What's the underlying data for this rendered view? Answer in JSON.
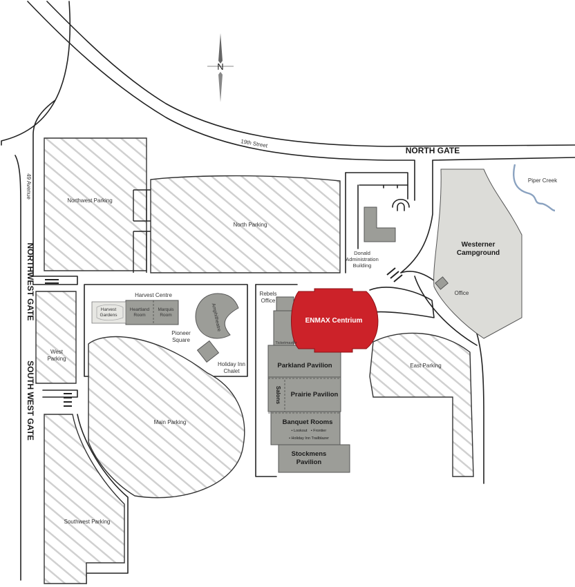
{
  "map": {
    "compass": {
      "label": "N"
    },
    "roads": {
      "street_19th": "19th Street",
      "avenue_49": "49 Avenue"
    },
    "gates": {
      "north": "NORTH GATE",
      "northwest": "NORTHWEST GATE",
      "southwest": "SOUTH WEST GATE"
    },
    "parking": {
      "northwest": "Northwest Parking",
      "north": "North Parking",
      "west": [
        "West",
        "Parking"
      ],
      "main": "Main Parking",
      "southwest": "Southwest Parking",
      "east": "East Parking"
    },
    "buildings": {
      "harvest_centre": "Harvest Centre",
      "harvest_gardens": [
        "Harvest",
        "Gardens"
      ],
      "heartland_room": [
        "Heartland",
        "Room"
      ],
      "marquis_room": [
        "Marquis",
        "Room"
      ],
      "amphitheatre": "Amphitheatre",
      "pioneer_square": [
        "Pioneer",
        "Square"
      ],
      "holiday_inn_chalet": [
        "Holiday Inn",
        "Chalet"
      ],
      "rebels_office": [
        "Rebels",
        "Office"
      ],
      "enmax_centrium": "ENMAX Centrium",
      "ticketmaster": "Ticketmaster",
      "parkland_pavilion": "Parkland Pavilion",
      "salons": "Salons",
      "prairie_pavilion": "Prairie Pavilion",
      "banquet_rooms": "Banquet Rooms",
      "banquet_sub": [
        "• Lookout",
        "• Frontier",
        "• Holiday Inn Trailblazer"
      ],
      "stockmens_pavilion": [
        "Stockmens",
        "Pavilion"
      ],
      "donald_admin": [
        "Donald",
        "Administration",
        "Building"
      ],
      "westerner_campground": [
        "Westerner",
        "Campground"
      ],
      "campground_office": "Office"
    },
    "water": {
      "piper_creek": "Piper Creek"
    },
    "colors": {
      "arena": "#cc2229",
      "building": "#9c9d98",
      "campground": "#dcdcd8",
      "road_line": "#222222",
      "creek": "#8aa2c0",
      "hatch": "#d0d0d0"
    }
  }
}
